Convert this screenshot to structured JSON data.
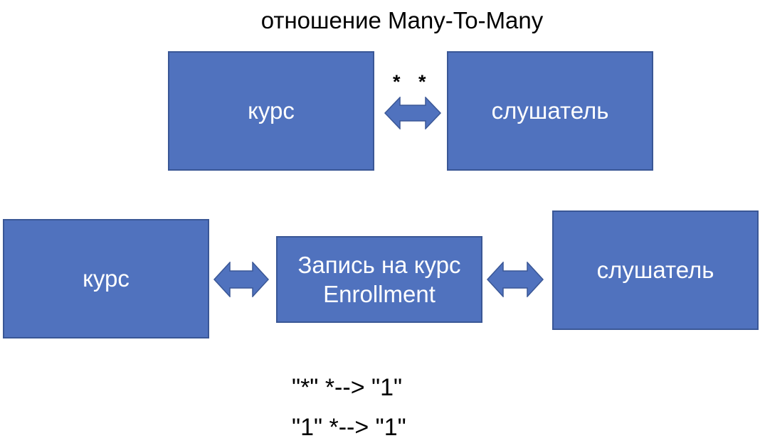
{
  "title": "отношение Many-To-Many",
  "top_row": {
    "left_box": "курс",
    "right_box": "слушатель",
    "left_multiplicity": "*",
    "right_multiplicity": "*"
  },
  "bottom_row": {
    "left_box": "курс",
    "middle_box_line1": "Запись на курс",
    "middle_box_line2": "Enrollment",
    "right_box": "слушатель"
  },
  "rules": [
    "\"*\" *--> \"1\"",
    "\"1\" *--> \"1\""
  ],
  "colors": {
    "box_fill": "#5072be",
    "box_border": "#3a5796",
    "text_on_box": "#ffffff"
  }
}
